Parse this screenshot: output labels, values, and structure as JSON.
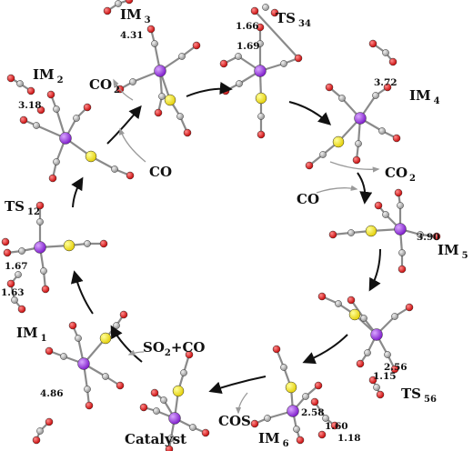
{
  "labels": {
    "im2": "IM",
    "im2_sub": "2",
    "im3": "IM",
    "im3_sub": "3",
    "ts34": "TS",
    "ts34_sub": "34",
    "im4": "IM",
    "im4_sub": "4",
    "im5": "IM",
    "im5_sub": "5",
    "ts56": "TS",
    "ts56_sub": "56",
    "im6": "IM",
    "im6_sub": "6",
    "catalyst": "Catalyst",
    "im1": "IM",
    "im1_sub": "1",
    "ts12": "TS",
    "ts12_sub": "12"
  },
  "species": {
    "co_a": "CO",
    "co2_a": "CO",
    "co2_a_sub": "2",
    "co2_b": "CO",
    "co2_b_sub": "2",
    "co_b": "CO",
    "so2co_a": "SO",
    "so2co_sub": "2",
    "so2co_b": "+CO",
    "cos": "COS"
  },
  "distances": {
    "im2": "3.18",
    "im3": "4.31",
    "ts34_a": "1.66",
    "ts34_b": "1.69",
    "im4": "3.72",
    "im5": "3.90",
    "ts56_a": "2.56",
    "ts56_b": "1.15",
    "im6_a": "2.58",
    "im6_b": "1.60",
    "im6_c": "1.18",
    "im1": "4.86",
    "ts12_a": "1.67",
    "ts12_b": "1.63"
  },
  "colors": {
    "metal": "#8b2ad6",
    "sulfur": "#f0e010",
    "oxygen": "#e01818",
    "carbon": "#a8a8a8",
    "bond": "#8a8a8a"
  }
}
